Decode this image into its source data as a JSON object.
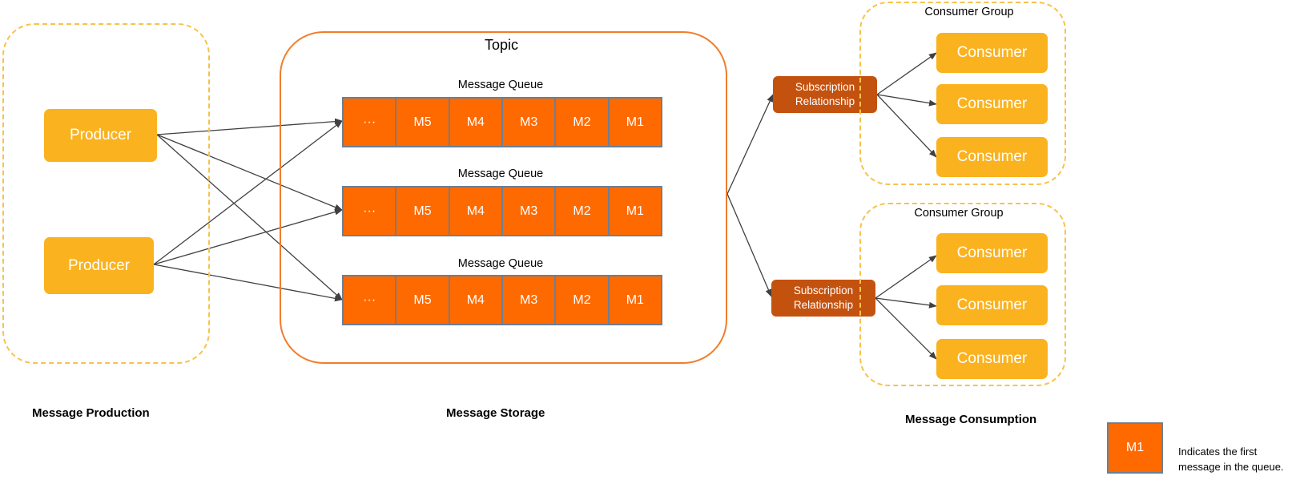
{
  "colors": {
    "producer_fill": "#fbb21f",
    "queue_fill": "#ff6a00",
    "subscription_fill": "#c4520f",
    "topic_border": "#f07d2a",
    "dashed_border": "#f8c24a",
    "arrow": "#404040"
  },
  "production": {
    "stage_label": "Message Production",
    "producers": [
      "Producer",
      "Producer"
    ]
  },
  "storage": {
    "stage_label": "Message Storage",
    "topic_title": "Topic",
    "queues": [
      {
        "label": "Message Queue",
        "cells": [
          "···",
          "M5",
          "M4",
          "M3",
          "M2",
          "M1"
        ]
      },
      {
        "label": "Message Queue",
        "cells": [
          "···",
          "M5",
          "M4",
          "M3",
          "M2",
          "M1"
        ]
      },
      {
        "label": "Message Queue",
        "cells": [
          "···",
          "M5",
          "M4",
          "M3",
          "M2",
          "M1"
        ]
      }
    ]
  },
  "consumption": {
    "stage_label": "Message Consumption",
    "groups": [
      {
        "title": "Consumer Group",
        "subscription": "Subscription Relationship",
        "consumers": [
          "Consumer",
          "Consumer",
          "Consumer"
        ]
      },
      {
        "title": "Consumer Group",
        "subscription": "Subscription Relationship",
        "consumers": [
          "Consumer",
          "Consumer",
          "Consumer"
        ]
      }
    ]
  },
  "legend": {
    "sample": "M1",
    "text": "Indicates the first message in the queue."
  }
}
